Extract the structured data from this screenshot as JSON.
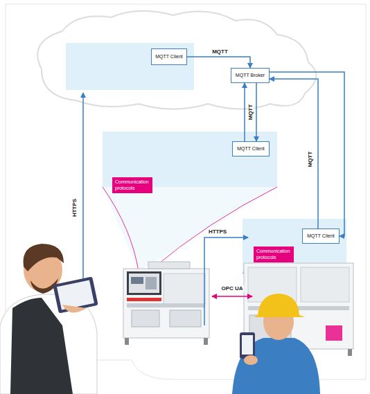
{
  "diagram": {
    "nodes": [
      {
        "text": [
          "MQTT Client"
        ]
      },
      {
        "text": [
          "MQTT Broker"
        ]
      },
      {
        "text": [
          "MQTT Client"
        ]
      },
      {
        "text": [
          "Communication protocols"
        ]
      },
      {
        "text": [
          "Communication protocols"
        ]
      },
      {
        "text": [
          "MQTT Client"
        ]
      }
    ],
    "edges": [
      {
        "from": 0,
        "to": 1,
        "arrow": "to",
        "label": "MQTT"
      },
      {
        "from": 2,
        "to": 1,
        "arrow": "to",
        "label": "MQTT"
      },
      {
        "from": 1,
        "to": 2,
        "arrow": "to"
      },
      {
        "from": 5,
        "to": 1,
        "arrow": "to",
        "label": "MQTT"
      },
      {
        "from": 1,
        "to": 5,
        "arrow": "to"
      }
    ],
    "labels": [
      "HTTPS",
      "HTTPS",
      "OPC UA"
    ]
  }
}
